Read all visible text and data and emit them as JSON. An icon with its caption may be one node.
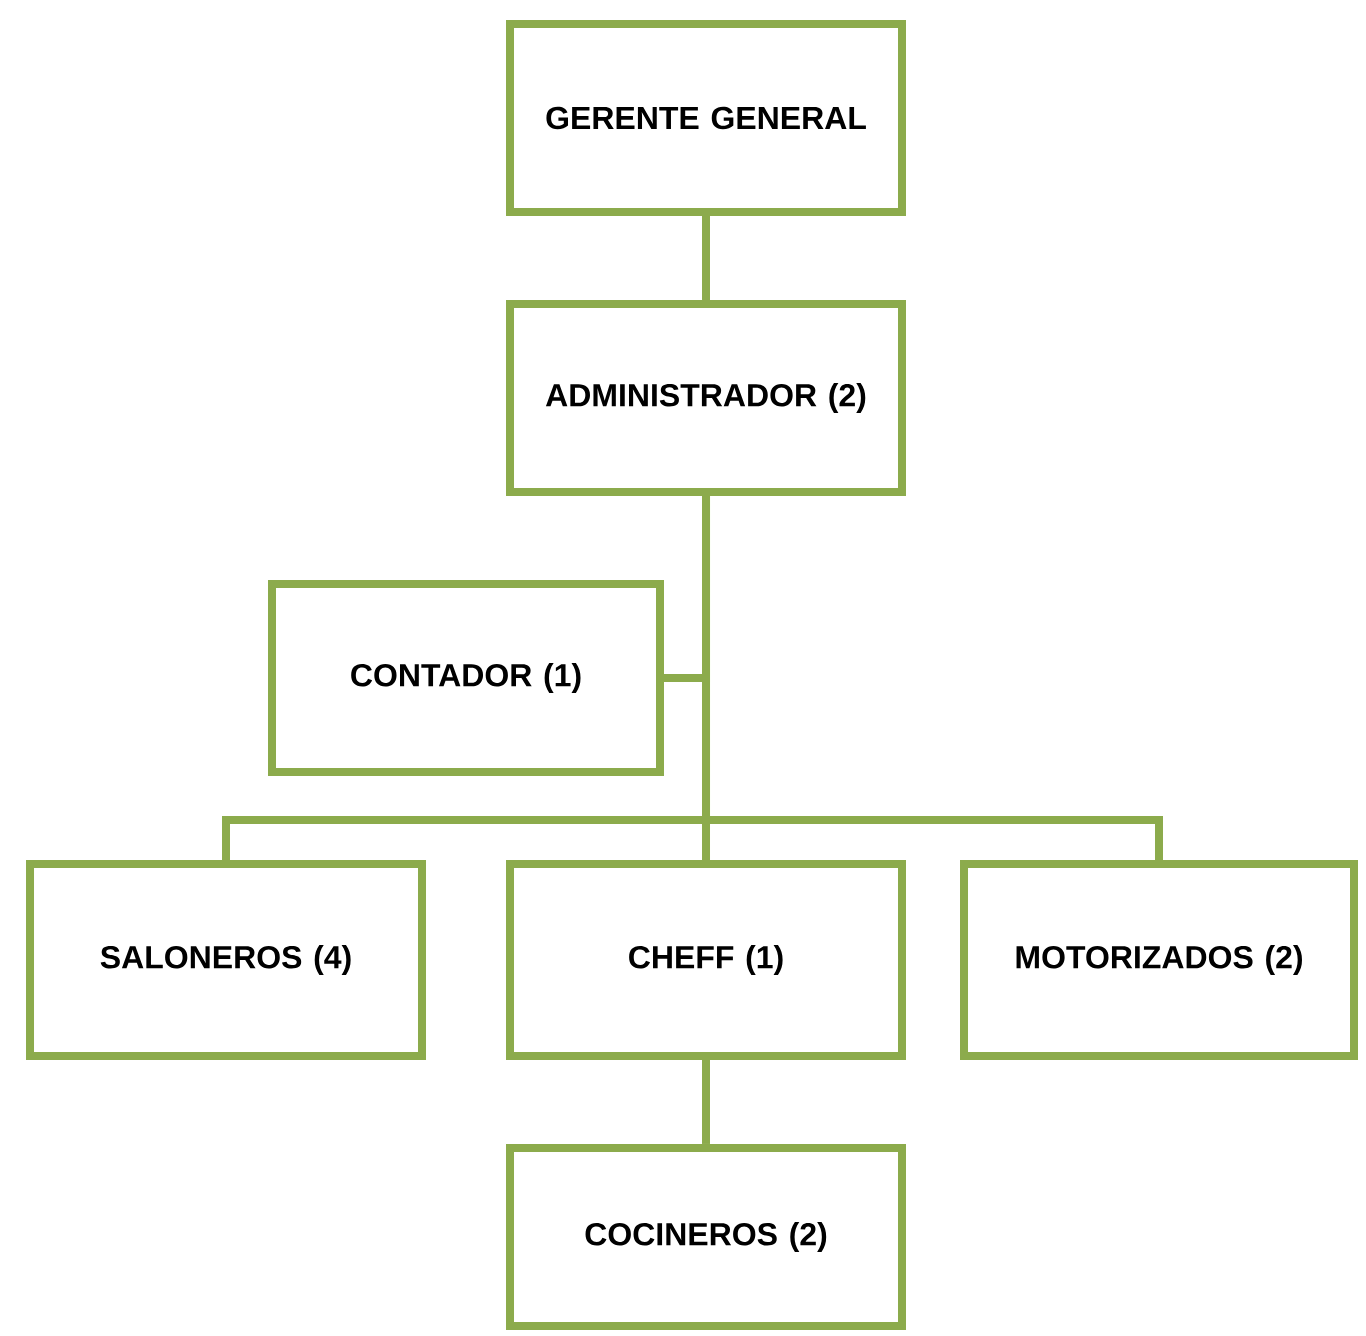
{
  "diagram": {
    "nodes": [
      {
        "text": [
          "GERENTE GENERAL"
        ]
      },
      {
        "text": [
          "ADMINISTRADOR (2)"
        ]
      },
      {
        "text": [
          "CONTADOR (1)"
        ]
      },
      {
        "text": [
          "SALONEROS (4)"
        ]
      },
      {
        "text": [
          "CHEFF (1)"
        ]
      },
      {
        "text": [
          "MOTORIZADOS (2)"
        ]
      },
      {
        "text": [
          "COCINEROS (2)"
        ]
      }
    ],
    "edges": [
      {
        "from": 0,
        "to": 1,
        "arrow": "none"
      },
      {
        "from": 1,
        "to": 2,
        "arrow": "none"
      },
      {
        "from": 1,
        "to": 3,
        "arrow": "none"
      },
      {
        "from": 1,
        "to": 4,
        "arrow": "none"
      },
      {
        "from": 1,
        "to": 5,
        "arrow": "none"
      },
      {
        "from": 4,
        "to": 6,
        "arrow": "none"
      }
    ]
  }
}
